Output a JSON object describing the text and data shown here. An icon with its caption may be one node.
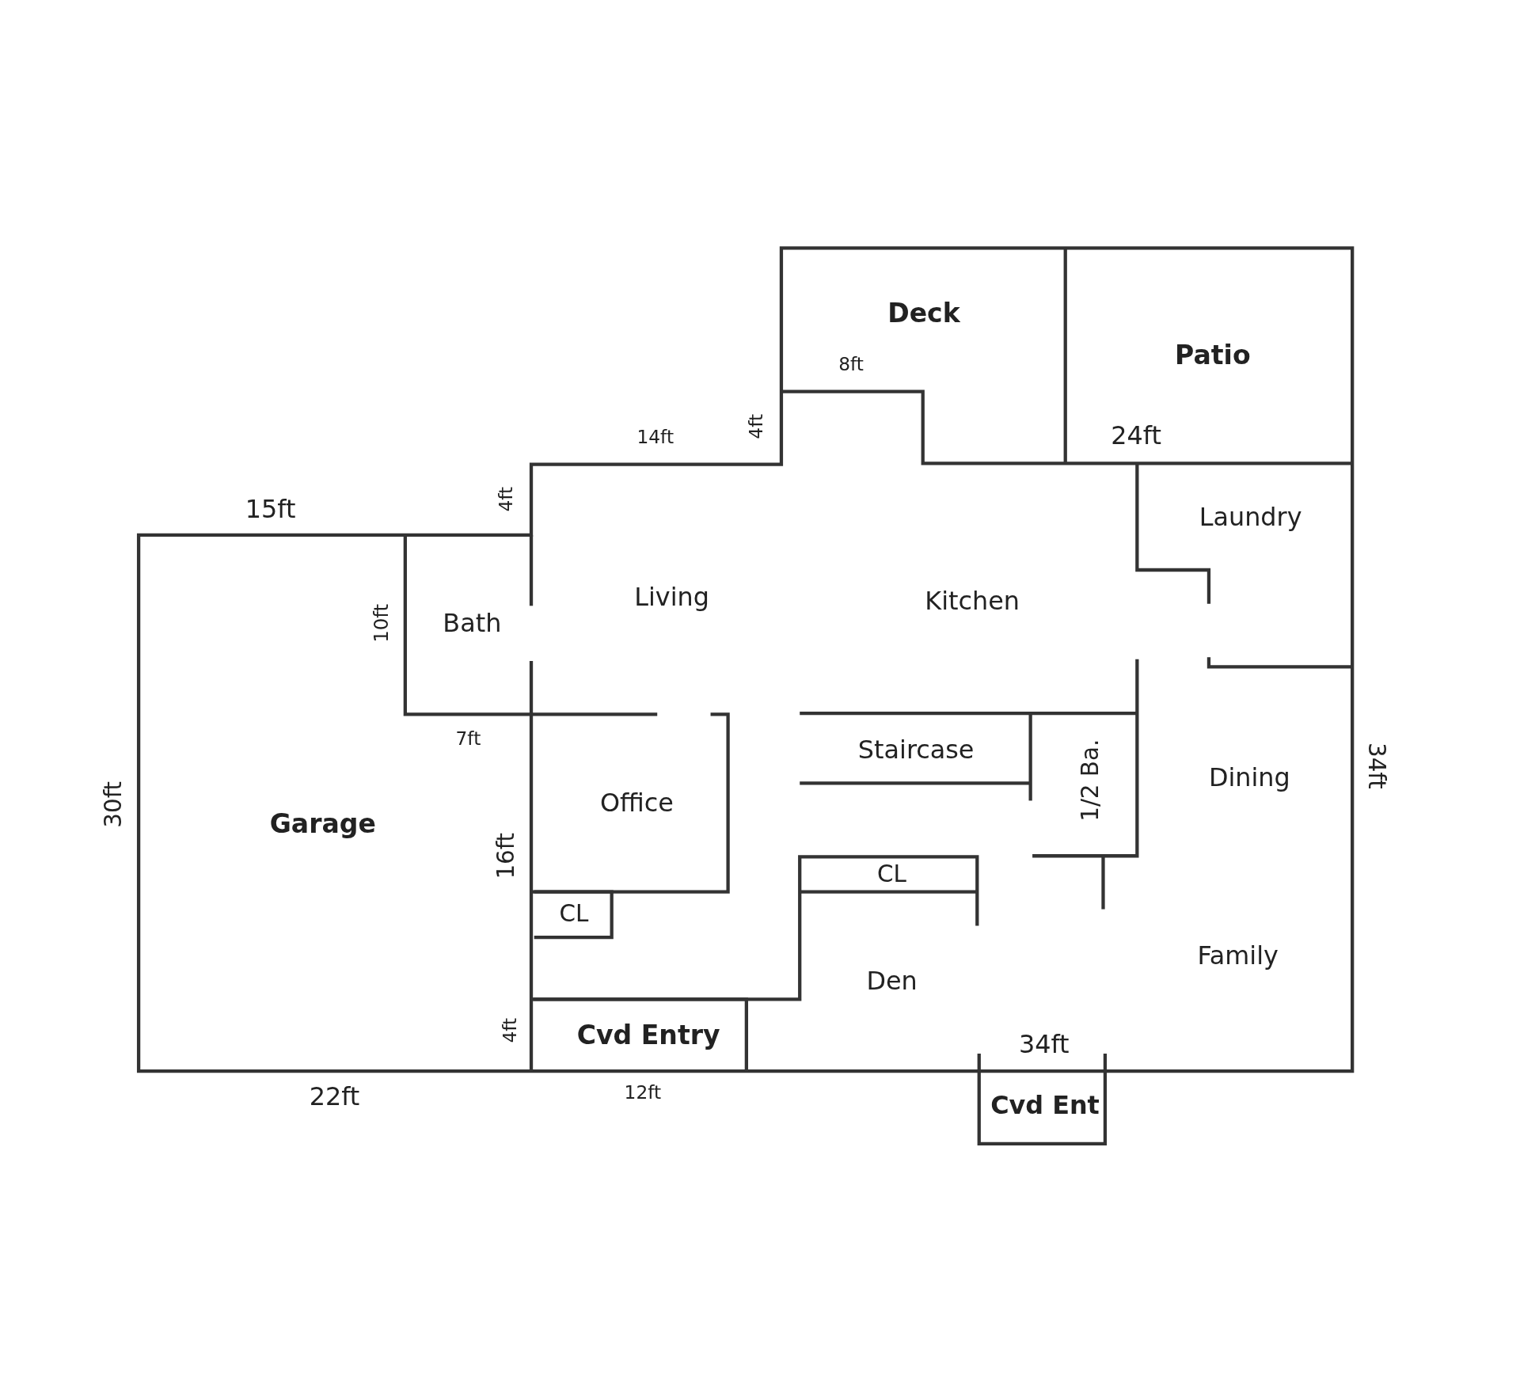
{
  "diagram": {
    "nodes": [
      {
        "text": [
          "Deck"
        ]
      },
      {
        "text": [
          "Patio"
        ]
      },
      {
        "text": [
          "Laundry"
        ]
      },
      {
        "text": [
          "Living"
        ]
      },
      {
        "text": [
          "Kitchen"
        ]
      },
      {
        "text": [
          "Bath"
        ]
      },
      {
        "text": [
          "Staircase"
        ]
      },
      {
        "text": [
          "Dining"
        ]
      },
      {
        "text": [
          "1/2 Ba."
        ]
      },
      {
        "text": [
          "Office"
        ]
      },
      {
        "text": [
          "Garage"
        ]
      },
      {
        "text": [
          "CL"
        ]
      },
      {
        "text": [
          "CL"
        ]
      },
      {
        "text": [
          "Family"
        ]
      },
      {
        "text": [
          "Den"
        ]
      },
      {
        "text": [
          "Cvd Entry"
        ]
      },
      {
        "text": [
          "Cvd Ent"
        ]
      }
    ],
    "edges": [],
    "labels": [
      "8ft",
      "4ft",
      "14ft",
      "24ft",
      "15ft",
      "4ft",
      "10ft",
      "7ft",
      "34ft",
      "30ft",
      "16ft",
      "4ft",
      "34ft",
      "22ft",
      "12ft"
    ]
  }
}
